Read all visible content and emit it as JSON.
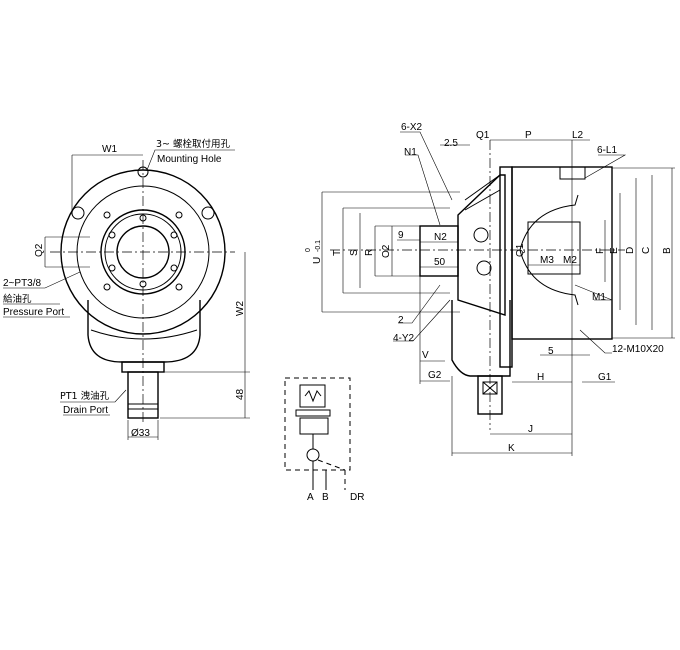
{
  "front_view": {
    "w1": "W1",
    "mounting_hole_cn": "3~ 螺栓取付用孔",
    "mounting_hole_en": "Mounting Hole",
    "q2": "Q2",
    "pressure_port_size": "2~PT3/8",
    "pressure_port_cn": "給油孔",
    "pressure_port_en": "Pressure Port",
    "w2": "W2",
    "dim_48": "48",
    "drain_port_cn": "PT1 洩油孔",
    "drain_port_en": "Drain Port",
    "dia_33": "Ø33"
  },
  "side_view": {
    "x2": "6-X2",
    "dim_2_5": "2.5",
    "q1_top": "Q1",
    "p": "P",
    "l2": "L2",
    "n1": "N1",
    "l1": "6-L1",
    "u": "U",
    "u_tol_upper": "0",
    "u_tol_lower": "-0.1",
    "t": "T",
    "s": "S",
    "r": "R",
    "o2": "O2",
    "dim_9": "9",
    "n2": "N2",
    "dim_50": "50",
    "q1_side": "Q1",
    "m3": "M3",
    "m2": "M2",
    "f": "F",
    "e": "E",
    "d": "D",
    "c": "C",
    "b": "B",
    "m1": "M1",
    "dim_2": "2",
    "y2": "4-Y2",
    "m10": "12-M10X20",
    "dim_5": "5",
    "v": "V",
    "g2": "G2",
    "h": "H",
    "g1": "G1",
    "j": "J",
    "k": "K"
  },
  "hydraulic_symbol": {
    "a": "A",
    "b": "B",
    "dr": "DR"
  }
}
